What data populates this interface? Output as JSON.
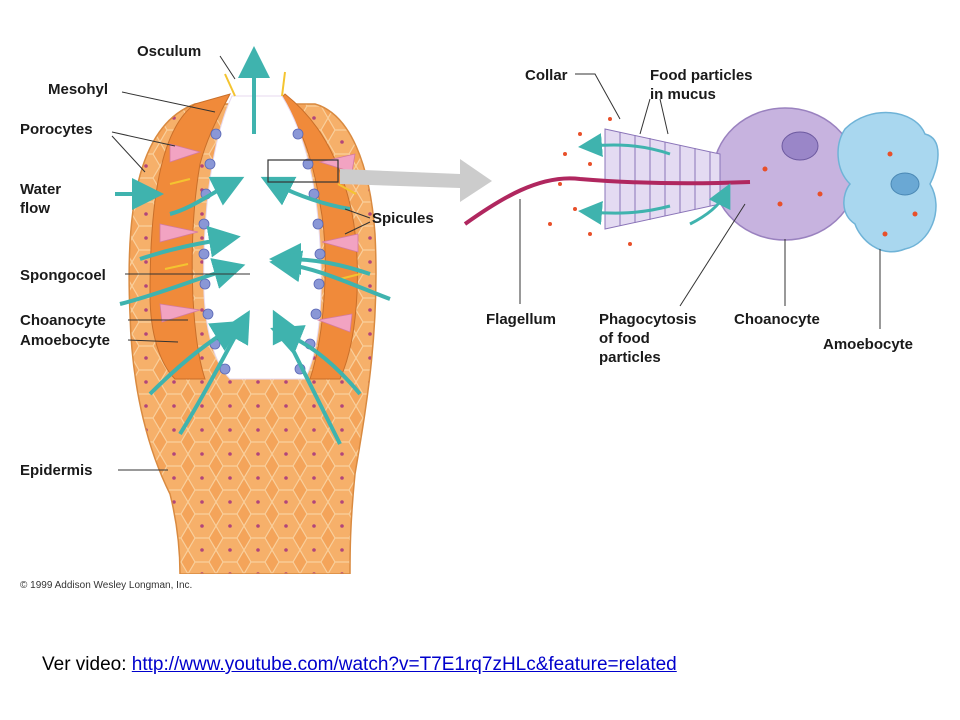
{
  "sponge_labels": {
    "osculum": "Osculum",
    "mesohyl": "Mesohyl",
    "porocytes": "Porocytes",
    "water_flow": "Water\nflow",
    "spongocoel": "Spongocoel",
    "choanocyte": "Choanocyte",
    "amoebocyte": "Amoebocyte",
    "epidermis": "Epidermis",
    "spicules": "Spicules"
  },
  "cell_labels": {
    "collar": "Collar",
    "food_particles": "Food particles\nin mucus",
    "flagellum": "Flagellum",
    "phagocytosis": "Phagocytosis\nof food\nparticles",
    "choanocyte": "Choanocyte",
    "amoebocyte": "Amoebocyte"
  },
  "copyright": "© 1999 Addison Wesley Longman, Inc.",
  "footer": {
    "prefix": "Ver video: ",
    "link_text": "http://www.youtube.com/watch?v=T7E1rq7zHLc&feature=related"
  },
  "colors": {
    "sponge_body": "#f4a45a",
    "water_flow_arrow": "#3fb3ae",
    "choanocyte_cell": "#c7b3df",
    "amoebocyte_cell": "#a9d7ef",
    "flagellum": "#b0275f",
    "food_particle": "#e8502a",
    "link": "#0000cc"
  }
}
